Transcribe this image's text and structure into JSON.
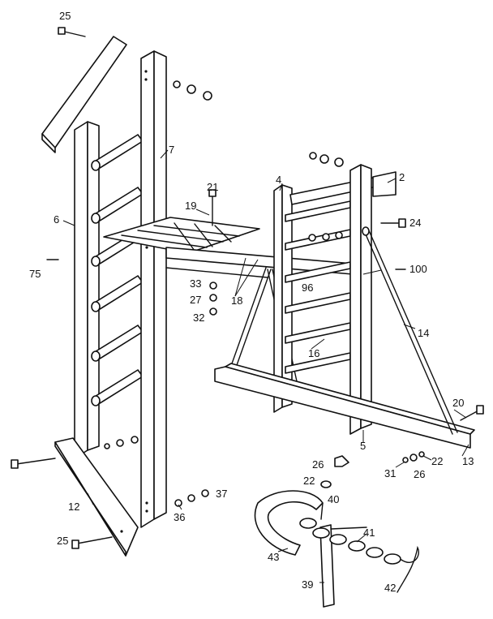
{
  "labels": {
    "l25a": "25",
    "l7": "7",
    "l21": "21",
    "l19": "19",
    "l4": "4",
    "l2": "2",
    "l6": "6",
    "l24": "24",
    "l75": "75",
    "l100": "100",
    "l33": "33",
    "l96": "96",
    "l27": "27",
    "l18": "18",
    "l32": "32",
    "l14": "14",
    "l16": "16",
    "l20": "20",
    "l5": "5",
    "l22a": "22",
    "l13": "13",
    "l31": "31",
    "l26a": "26",
    "l26b": "26",
    "l22b": "22",
    "l40": "40",
    "l37": "37",
    "l12": "12",
    "l36": "36",
    "l41": "41",
    "l25b": "25",
    "l43": "43",
    "l39": "39",
    "l42": "42"
  }
}
